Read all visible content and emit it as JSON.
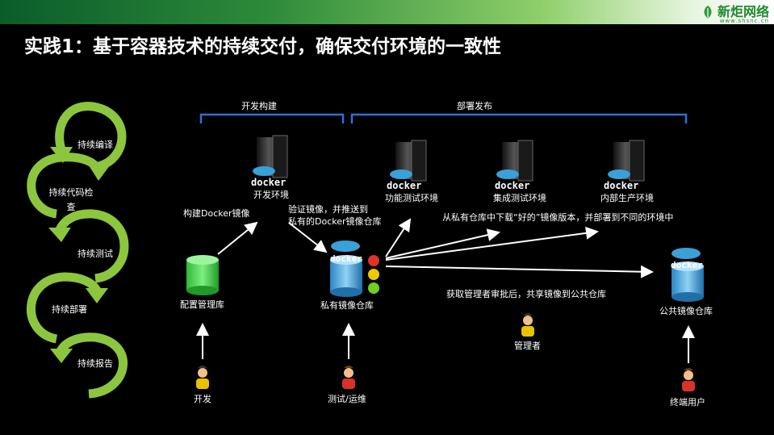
{
  "header": {
    "brand_name": "新炬网络",
    "brand_url": "www.shsnc.cn"
  },
  "title": "实践1：基于容器技术的持续交付，确保交付环境的一致性",
  "cycle": [
    "持续编译",
    "持续代码检查",
    "持续测试",
    "持续部署",
    "持续报告"
  ],
  "sections": {
    "build": "开发构建",
    "deploy": "部署发布"
  },
  "docker_word": "docker",
  "servers": [
    "开发环境",
    "功能测试环境",
    "集成测试环境",
    "内部生产环境"
  ],
  "repos": {
    "config": "配置管理库",
    "private": "私有镜像仓库",
    "public": "公共镜像仓库"
  },
  "arrow_labels": {
    "build_image": "构建Docker镜像",
    "verify_1": "验证镜像，并推送到",
    "verify_2": "私有的Docker镜像仓库",
    "download": "从私有仓库中下载“好的”镜像版本，并部署到不同的环境中",
    "approve": "获取管理者审批后，共享镜像到公共仓库"
  },
  "people": {
    "dev": "开发",
    "tester": "测试/运维",
    "manager": "管理者",
    "enduser": "终端用户"
  },
  "colors": {
    "green_arrow": "#8cc63f",
    "bracket": "#2f6fd6",
    "cylinder_blue": "#4aa8e0",
    "cylinder_green": "#3ed64a",
    "light_red": "#e0322b",
    "light_yellow": "#f0c800",
    "light_green": "#6fcf20"
  }
}
